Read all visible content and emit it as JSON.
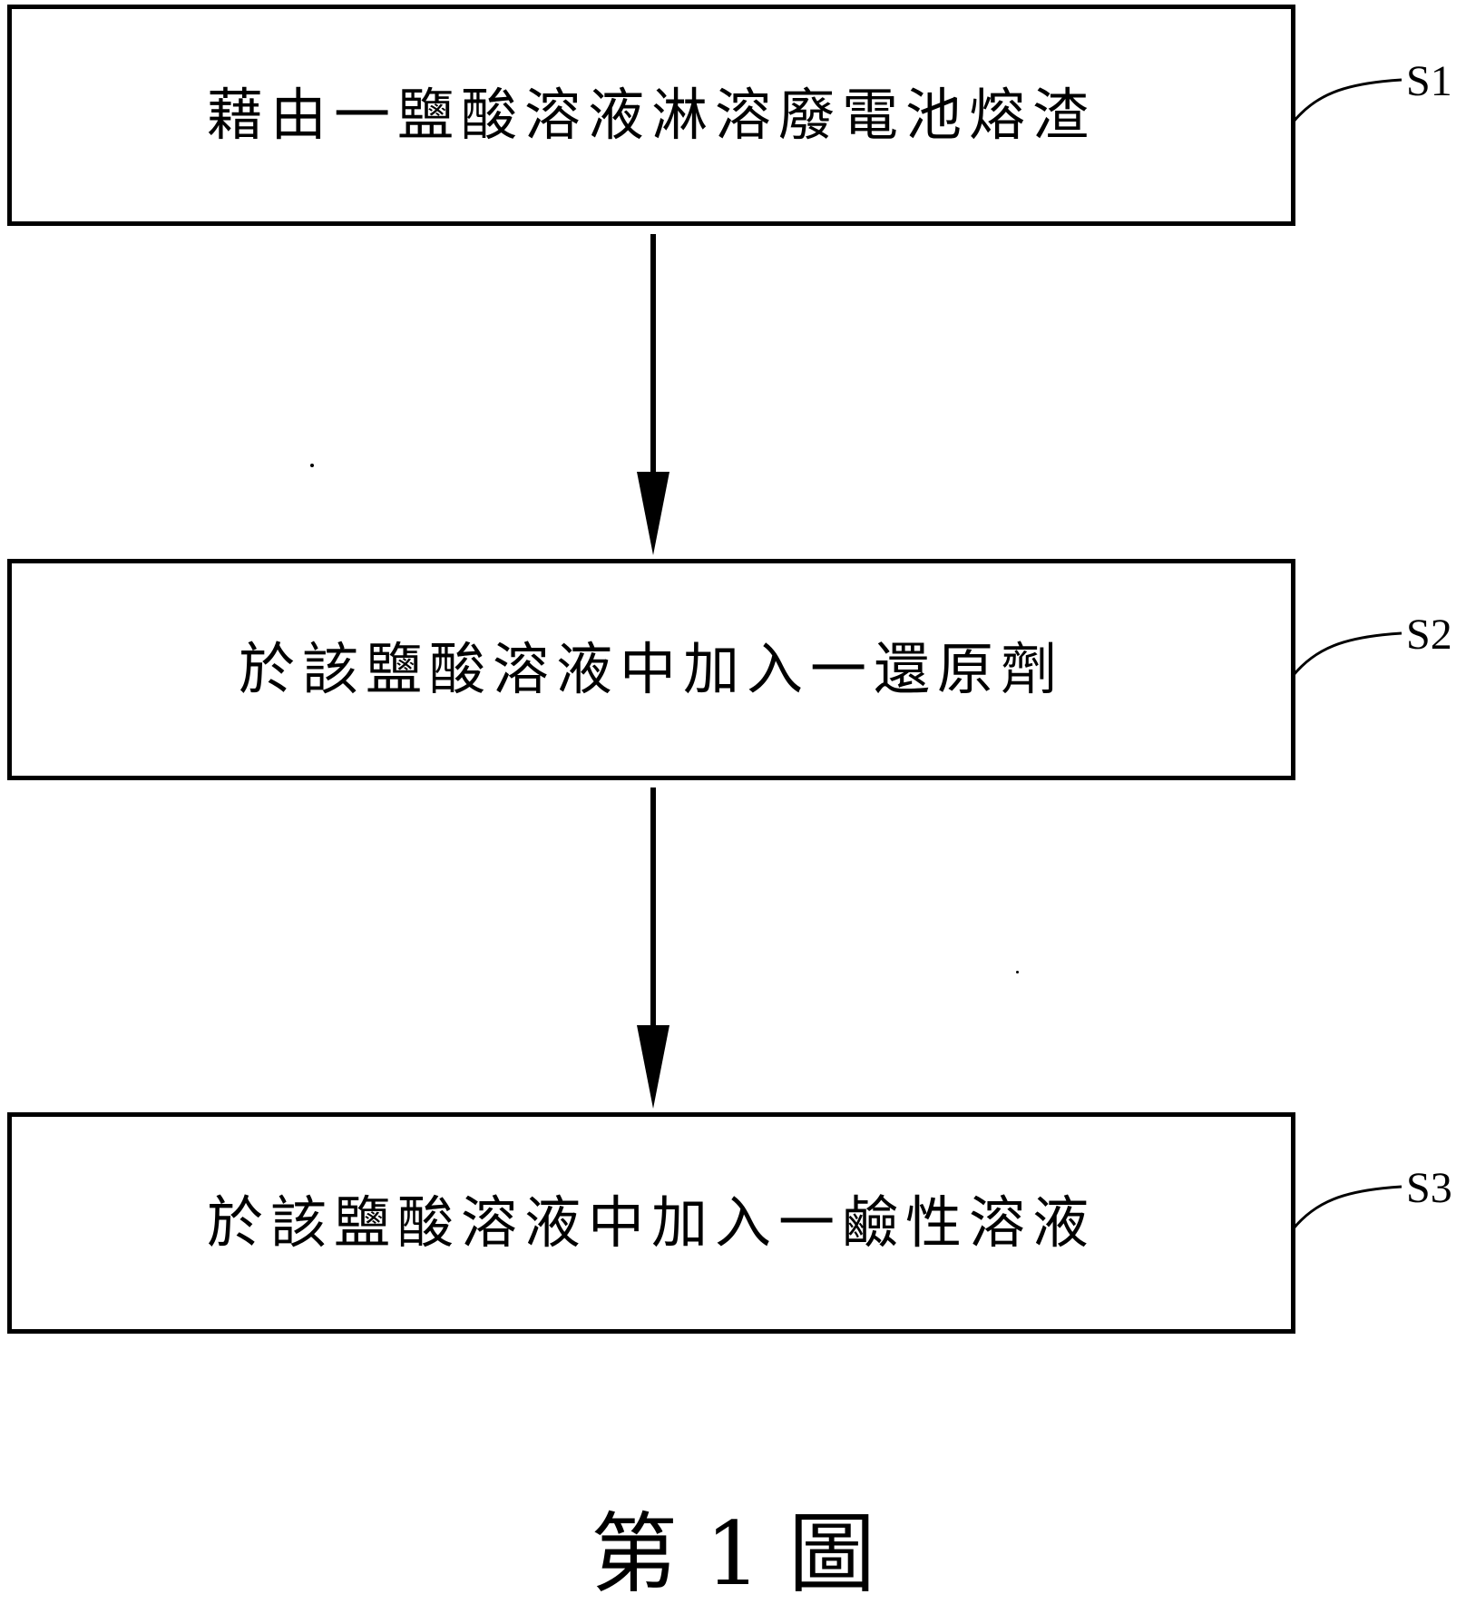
{
  "steps": [
    {
      "id": "S1",
      "text": "藉由一鹽酸溶液淋溶廢電池熔渣"
    },
    {
      "id": "S2",
      "text": "於該鹽酸溶液中加入一還原劑"
    },
    {
      "id": "S3",
      "text": "於該鹽酸溶液中加入一鹼性溶液"
    }
  ],
  "caption": "第 1 圖"
}
